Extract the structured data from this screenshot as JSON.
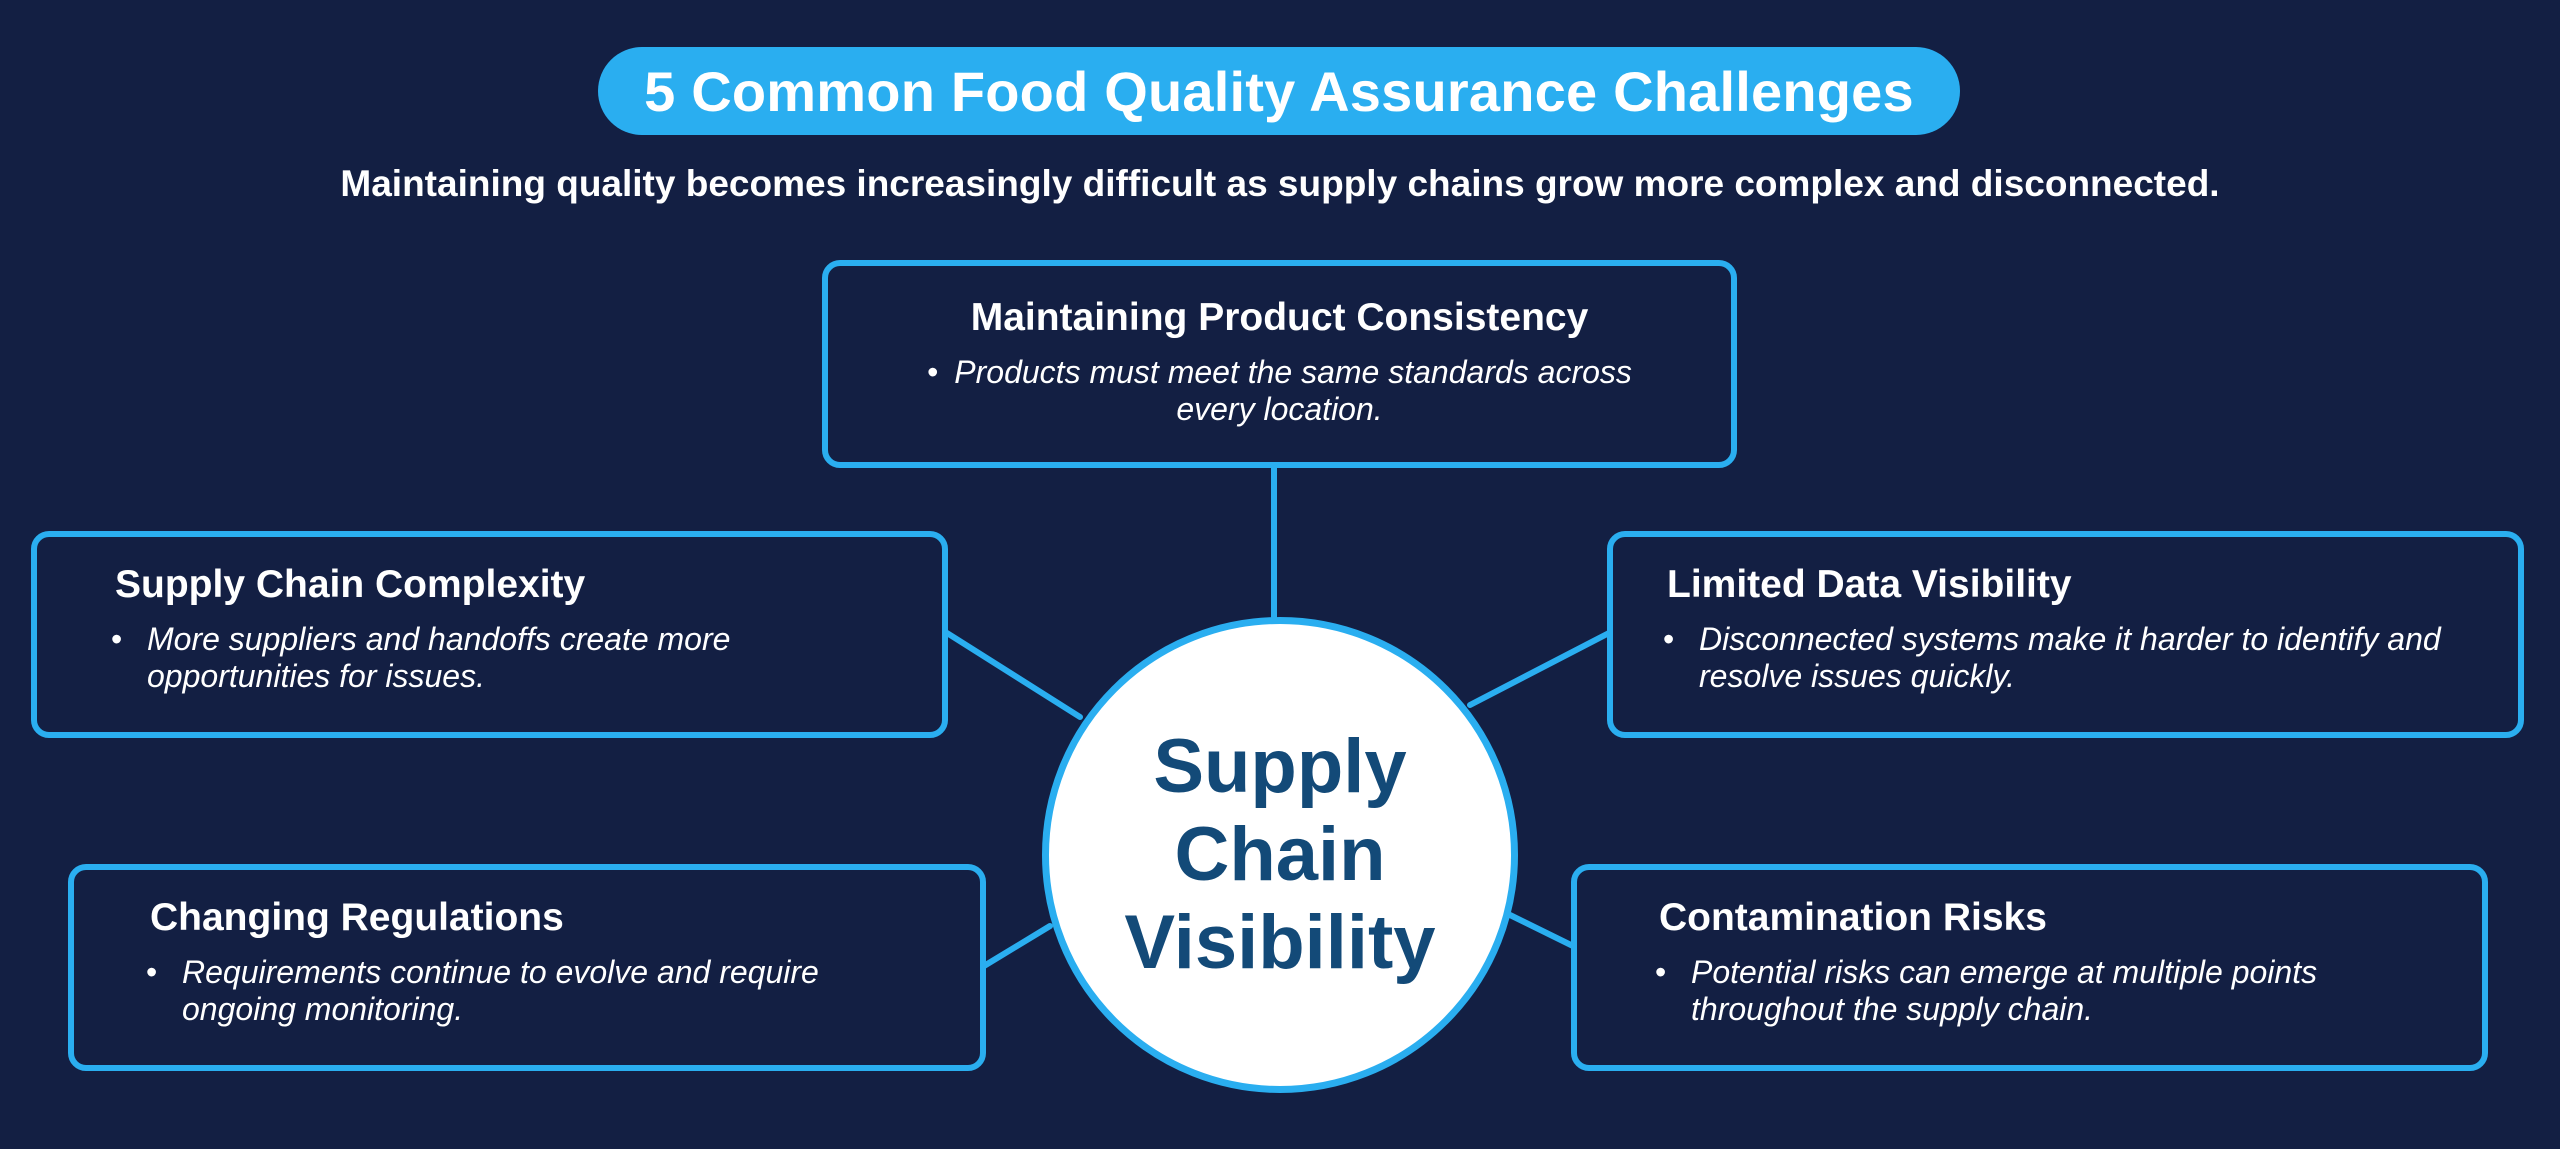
{
  "title": "5 Common Food Quality Assurance Challenges",
  "subtitle": "Maintaining quality becomes increasingly difficult as supply chains grow more complex and disconnected.",
  "hub": {
    "label": "Supply Chain Visibility"
  },
  "challenges": [
    {
      "heading": "Maintaining Product Consistency",
      "bullet": "Products must meet the same standards across every location."
    },
    {
      "heading": "Supply Chain Complexity",
      "bullet": "More suppliers and handoffs create more opportunities for issues."
    },
    {
      "heading": "Limited Data Visibility",
      "bullet": "Disconnected systems make it harder to identify and resolve issues quickly."
    },
    {
      "heading": "Changing Regulations",
      "bullet": "Requirements continue to evolve and require ongoing monitoring."
    },
    {
      "heading": "Contamination Risks",
      "bullet": "Potential risks can emerge at multiple points throughout the supply chain."
    }
  ],
  "colors": {
    "background": "#131f43",
    "accent": "#2aaef0",
    "hub_text": "#134a78",
    "text": "#ffffff"
  },
  "bullet_glyph": "•"
}
